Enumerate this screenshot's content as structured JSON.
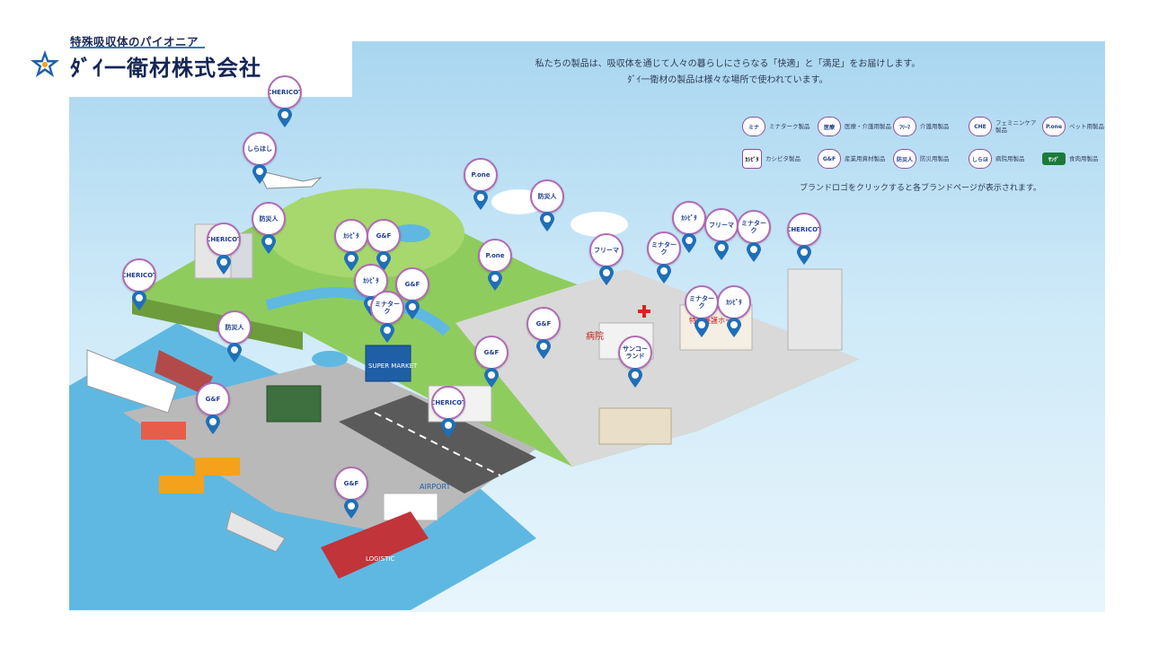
{
  "logo": {
    "tagline": "特殊吸収体のパイオニア",
    "company": "ﾀﾞｲ一衛材株式会社"
  },
  "headline": {
    "line1": "私たちの製品は、吸収体を通じて人々の暮らしにさらなる「快適」と「満足」をお届けします。",
    "line2": "ﾀﾞｲ一衛材の製品は様々な場所で使われています。"
  },
  "legend": {
    "items": [
      {
        "badge": "ミナ",
        "label": "ミナターク製品"
      },
      {
        "badge": "医療",
        "label": "医療・介護用製品"
      },
      {
        "badge": "ﾌﾘｰﾏ",
        "label": "介護用製品"
      },
      {
        "badge": "CHE",
        "label": "フェミニンケア\n製品"
      },
      {
        "badge": "P.one",
        "label": "ペット用製品"
      },
      {
        "badge": "ｶｼﾋﾟﾀ",
        "label": "カシピタ製品"
      },
      {
        "badge": "G&F",
        "label": "産業用資材製品"
      },
      {
        "badge": "防災人",
        "label": "防災用製品"
      },
      {
        "badge": "しらほ",
        "label": "病院用製品"
      },
      {
        "badge": "ｻﾝｸﾞ",
        "label": "食肉用製品"
      }
    ],
    "note": "ブランドロゴをクリックすると各ブランドページが表示されます。"
  },
  "pins": [
    {
      "name": "cherico-airplane",
      "label": "CHERICOT"
    },
    {
      "name": "shirahoshi",
      "label": "しらほし"
    },
    {
      "name": "pone-shop",
      "label": "P.one"
    },
    {
      "name": "bosai-hill",
      "label": "防災人"
    },
    {
      "name": "bosai-town",
      "label": "防災人"
    },
    {
      "name": "cherico-park",
      "label": "CHERICOT"
    },
    {
      "name": "kashipita-1",
      "label": "ｶｼﾋﾟﾀ"
    },
    {
      "name": "gf-1",
      "label": "G&F"
    },
    {
      "name": "kashipita-2",
      "label": "ｶｼﾋﾟﾀ"
    },
    {
      "name": "gf-2",
      "label": "G&F"
    },
    {
      "name": "minata-super",
      "label": "ミナターク"
    },
    {
      "name": "cherico-ship",
      "label": "CHERICOT"
    },
    {
      "name": "bosai-ship",
      "label": "防災人"
    },
    {
      "name": "gf-port",
      "label": "G&F"
    },
    {
      "name": "pone-house",
      "label": "P.one"
    },
    {
      "name": "freema-hospital",
      "label": "フリーマ"
    },
    {
      "name": "minata-hospital",
      "label": "ミナターク"
    },
    {
      "name": "kashipita-care",
      "label": "ｶｼﾋﾟﾀ"
    },
    {
      "name": "freema-care",
      "label": "フリーマ"
    },
    {
      "name": "minata-care",
      "label": "ミナターク"
    },
    {
      "name": "cherico-tower",
      "label": "CHERICOT"
    },
    {
      "name": "gf-3",
      "label": "G&F"
    },
    {
      "name": "gf-4",
      "label": "G&F"
    },
    {
      "name": "minata-town",
      "label": "ミナターク"
    },
    {
      "name": "kashipita-town",
      "label": "ｶｼﾋﾟﾀ"
    },
    {
      "name": "sanko-farm",
      "label": "サンコーランド"
    },
    {
      "name": "cherico-airport",
      "label": "CHERICOT"
    },
    {
      "name": "gf-harbor",
      "label": "G&F"
    }
  ],
  "signs": {
    "hospital": "病院",
    "care_home": "特別養護ホーム",
    "super": "SUPER MARKET",
    "airport": "AIRPORT",
    "logistic": "LOGISTIC"
  }
}
